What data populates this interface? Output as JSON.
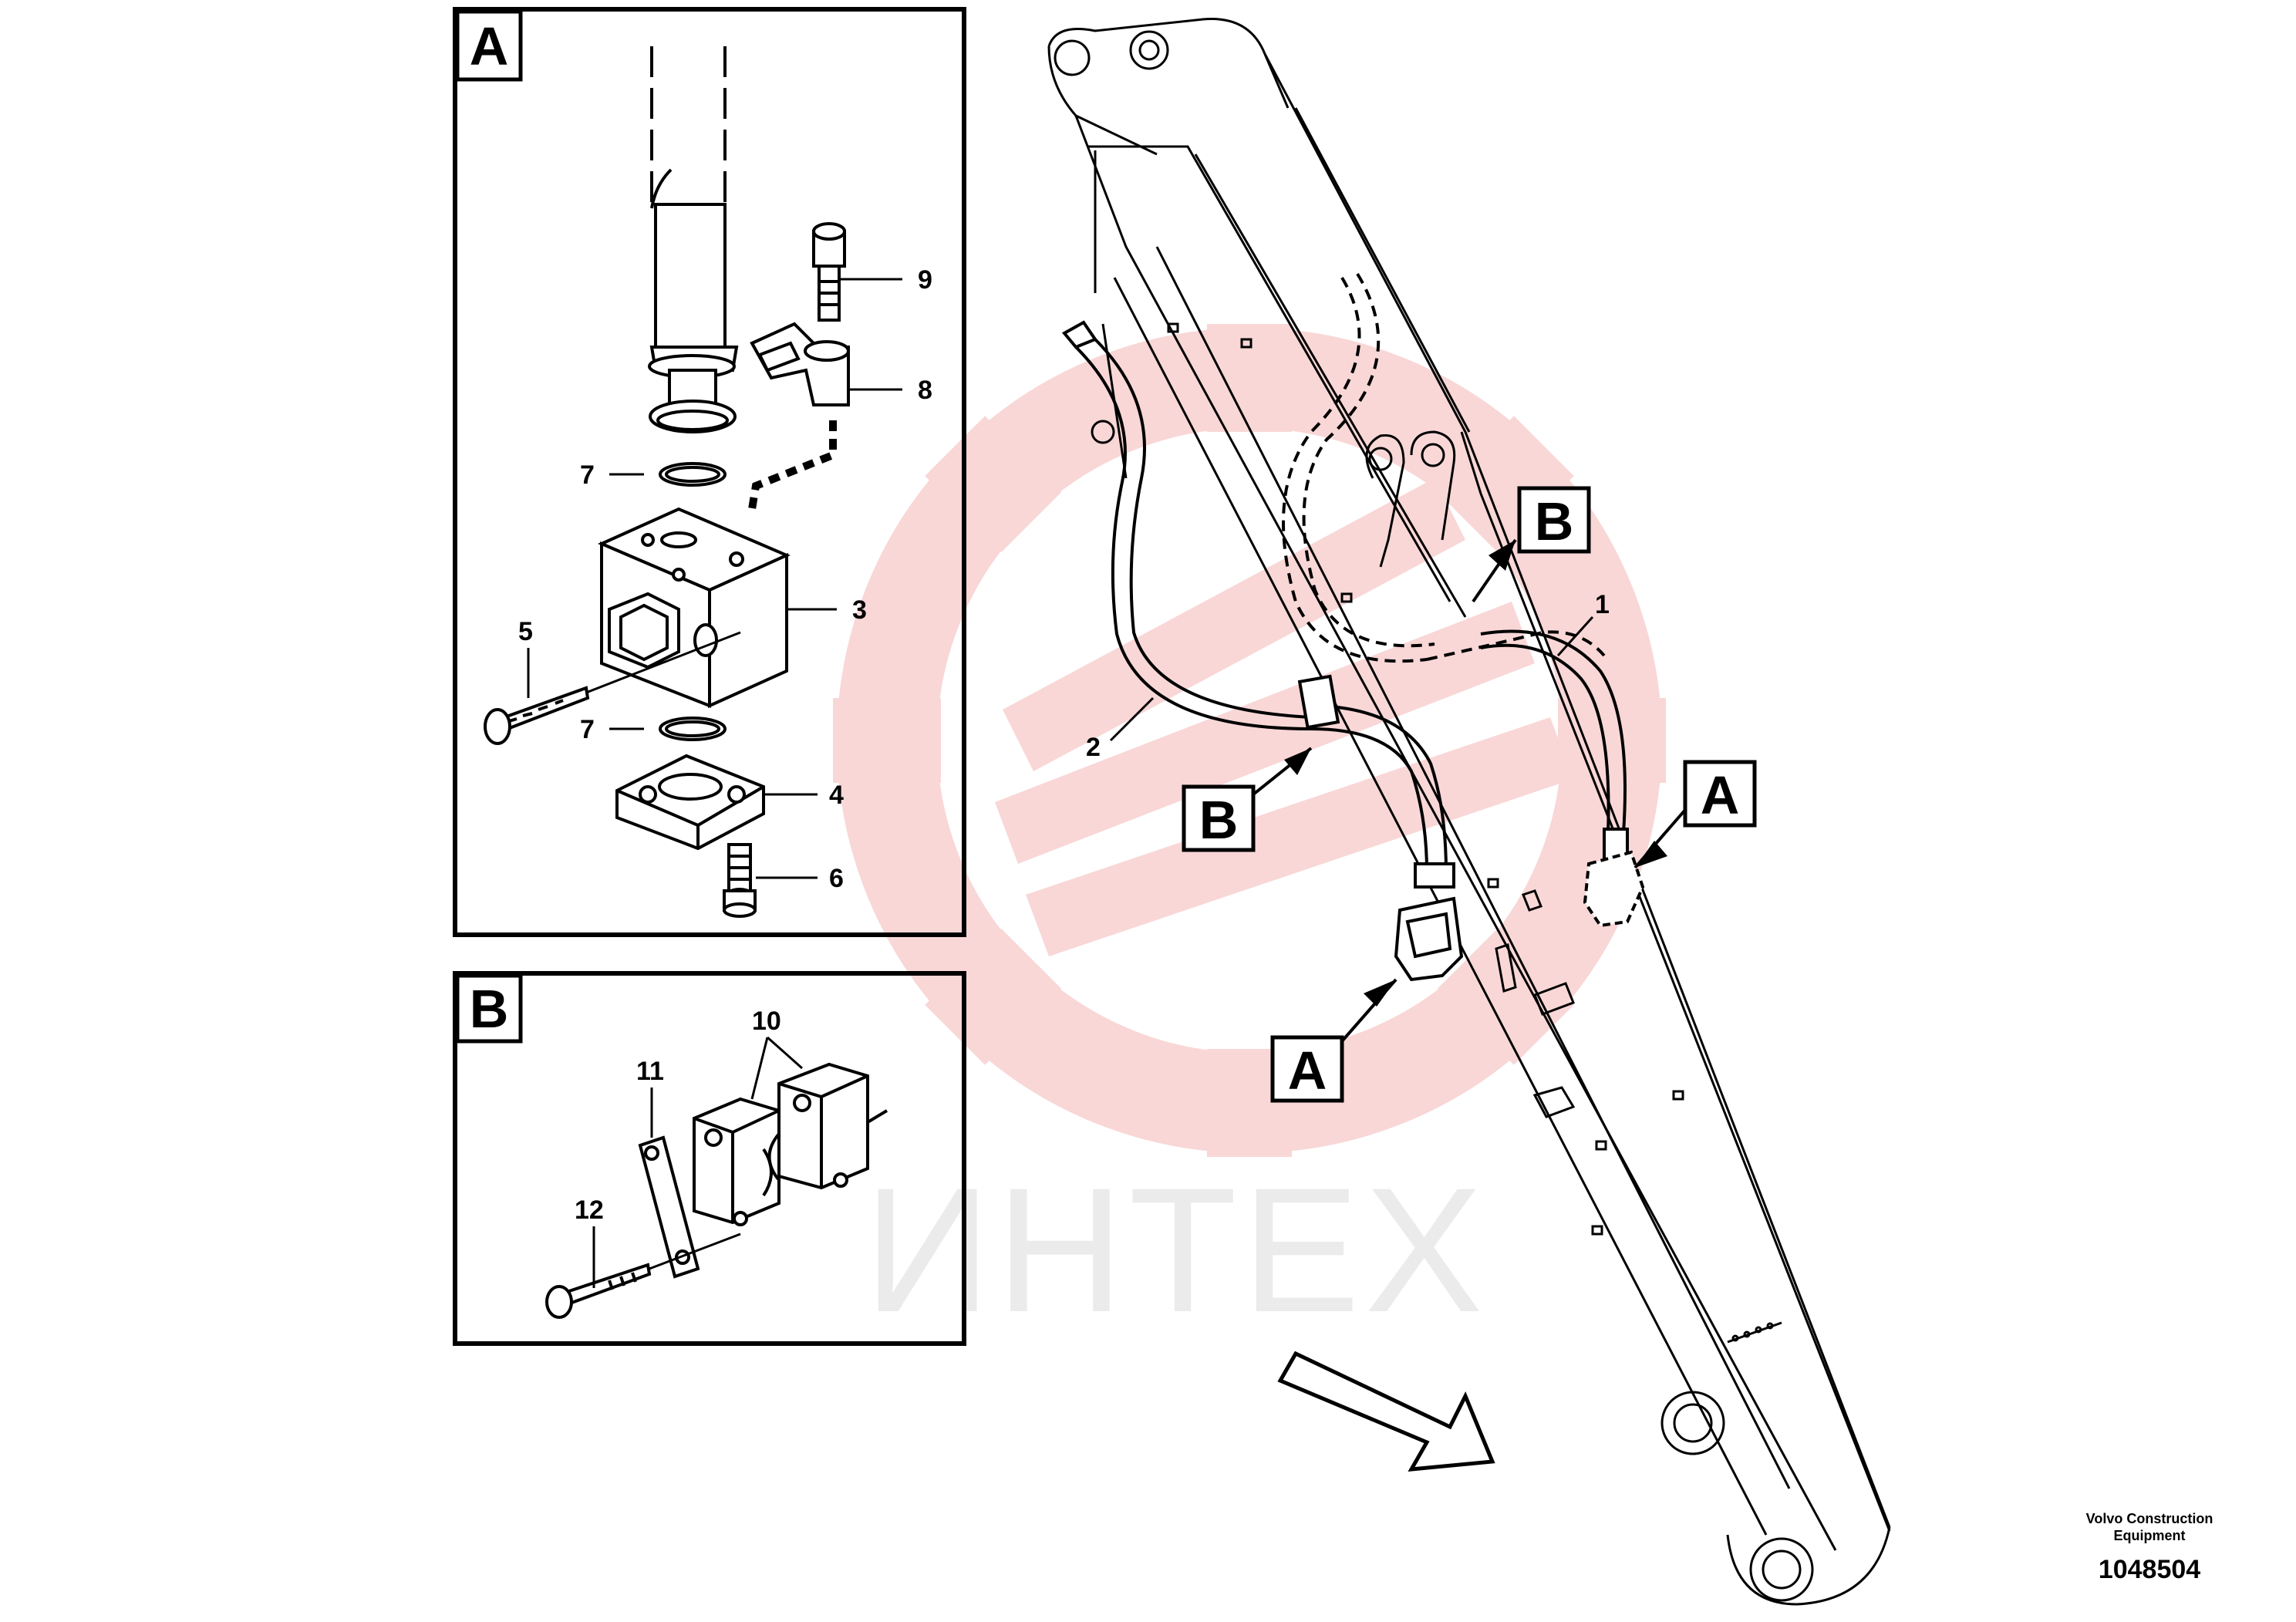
{
  "watermark": {
    "text": "ИНТЕХ",
    "color": "#f7caca"
  },
  "detail_a": {
    "label": "A",
    "callouts": {
      "c1": "1",
      "c2": "2",
      "c3": "3",
      "c4": "4",
      "c5": "5",
      "c6": "6",
      "c7a": "7",
      "c7b": "7",
      "c8": "8",
      "c9": "9"
    }
  },
  "detail_b": {
    "label": "B",
    "callouts": {
      "c10": "10",
      "c11": "11",
      "c12": "12"
    }
  },
  "boom_markers": {
    "a_upper": "A",
    "a_lower": "A",
    "b_upper": "B",
    "b_lower": "B"
  },
  "brand": {
    "company": "Volvo Construction Equipment",
    "doc_number": "1048504"
  }
}
